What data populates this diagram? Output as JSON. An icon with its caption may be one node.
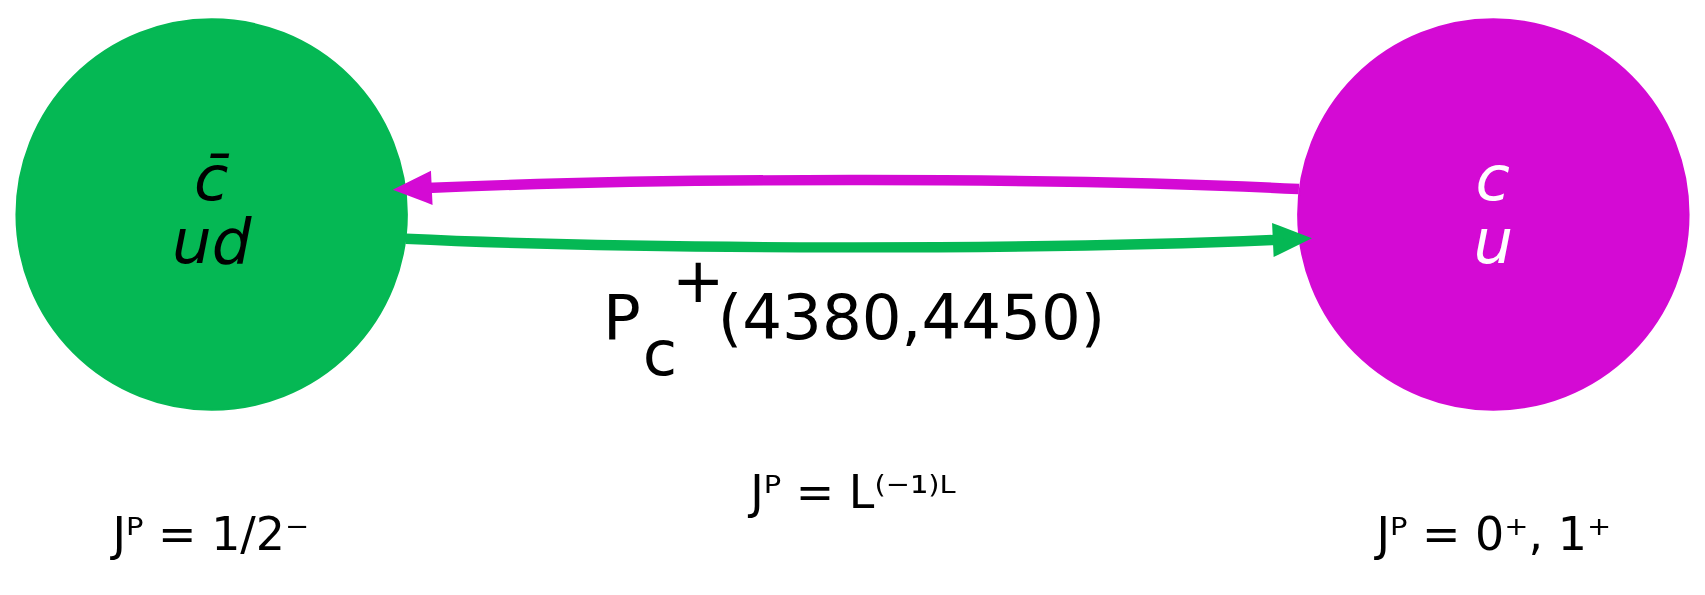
{
  "diagram": {
    "nodes": [
      {
        "text": [
          "c̄",
          "ud"
        ],
        "beside": [
          "Jᴾ = 1/2⁻"
        ]
      },
      {
        "text": [
          "c",
          "u"
        ],
        "beside": [
          "Jᴾ = 0⁺, 1⁺"
        ]
      }
    ],
    "edges": [
      {
        "from": 1,
        "to": 0,
        "arrow": "to",
        "color": "#d40ad4"
      },
      {
        "from": 0,
        "to": 1,
        "arrow": "to",
        "color": "#05b854"
      }
    ],
    "labels": [
      "P$_{c}$$^{+}$(4380,4450)",
      "Jᴾ = L⁽⁻¹⁾ᴸ"
    ]
  }
}
